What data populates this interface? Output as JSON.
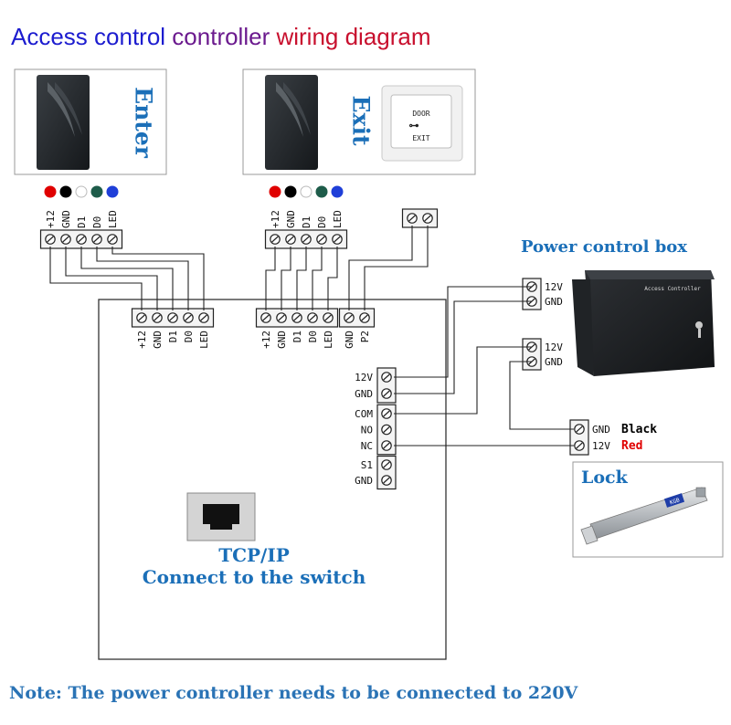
{
  "title": {
    "parts": [
      {
        "text": "Access control ",
        "color": "#1c1ccf"
      },
      {
        "text": "controller ",
        "color": "#6b1a8e"
      },
      {
        "text": "wiring diagram",
        "color": "#c8102e"
      }
    ]
  },
  "readers": {
    "enter": {
      "label": "Enter"
    },
    "exit": {
      "label": "Exit"
    },
    "exit_button": {
      "line1": "DOOR",
      "line2": "EXIT"
    },
    "wire_colors": [
      "#e00000",
      "#000000",
      "#ffffff",
      "#1e5c4a",
      "#1f3fd8"
    ],
    "terminal_labels": [
      "+12",
      "GND",
      "D1",
      "D0",
      "LED"
    ]
  },
  "controller": {
    "top_terminals_a": [
      "+12",
      "GND",
      "D1",
      "D0",
      "LED"
    ],
    "top_terminals_b": [
      "+12",
      "GND",
      "D1",
      "D0",
      "LED"
    ],
    "top_terminals_c": [
      "GND",
      "P2"
    ],
    "side_power": [
      "12V",
      "GND"
    ],
    "side_relay": [
      "COM",
      "NO",
      "NC"
    ],
    "side_sensor": [
      "S1",
      "GND"
    ],
    "tcp_line1": "TCP/IP",
    "tcp_line2": "Connect to the switch"
  },
  "power_box": {
    "title": "Power control box",
    "device_label": "Access Controller",
    "out1": [
      "12V",
      "GND"
    ],
    "out2": [
      "12V",
      "GND"
    ]
  },
  "lock": {
    "title": "Lock",
    "terminals": [
      {
        "pin": "GND",
        "wire": "Black",
        "color": "#000000"
      },
      {
        "pin": "12V",
        "wire": "Red",
        "color": "#e00000"
      }
    ],
    "brand": "KGB"
  },
  "note": "Note: The power controller needs to be connected to 220V"
}
